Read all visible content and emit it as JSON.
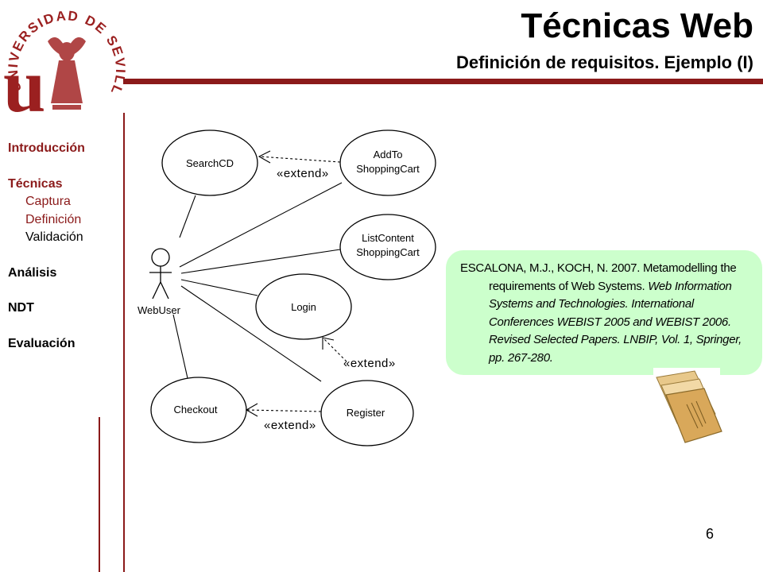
{
  "logo": {
    "ring_text": "UNIVERSIDAD DE SEVILLA",
    "monogram": "u",
    "color": "#9b2020"
  },
  "header": {
    "title": "Técnicas Web",
    "subtitle": "Definición de requisitos. Ejemplo (I)"
  },
  "nav": {
    "items": [
      {
        "label": "Introducción",
        "active": true
      },
      {
        "label": "Técnicas",
        "active": true,
        "children": [
          {
            "label": "Captura",
            "active": true
          },
          {
            "label": "Definición",
            "active": true
          },
          {
            "label": "Validación",
            "active": false
          }
        ]
      },
      {
        "label": "Análisis",
        "active": false
      },
      {
        "label": "NDT",
        "active": false
      },
      {
        "label": "Evaluación",
        "active": false
      }
    ]
  },
  "diagram": {
    "actor": "WebUser",
    "use_cases": {
      "search": "SearchCD",
      "addto_line1": "AddTo",
      "addto_line2": "ShoppingCart",
      "list_line1": "ListContent",
      "list_line2": "ShoppingCart",
      "login": "Login",
      "checkout": "Checkout",
      "register": "Register"
    },
    "extend_label": "«extend»"
  },
  "reference": {
    "authors": "ESCALONA, M.J., KOCH, N. 2007.",
    "title_text": " Metamodelling the requirements of Web Systems.",
    "venue": " Web Information Systems and Technologies. International Conferences WEBIST 2005 and WEBIST 2006. Revised Selected Papers. LNBIP, Vol. 1, Springer, pp. 267-280."
  },
  "page_number": "6",
  "colors": {
    "accent": "#8b1a1a",
    "note_bg": "#ccffcc"
  }
}
